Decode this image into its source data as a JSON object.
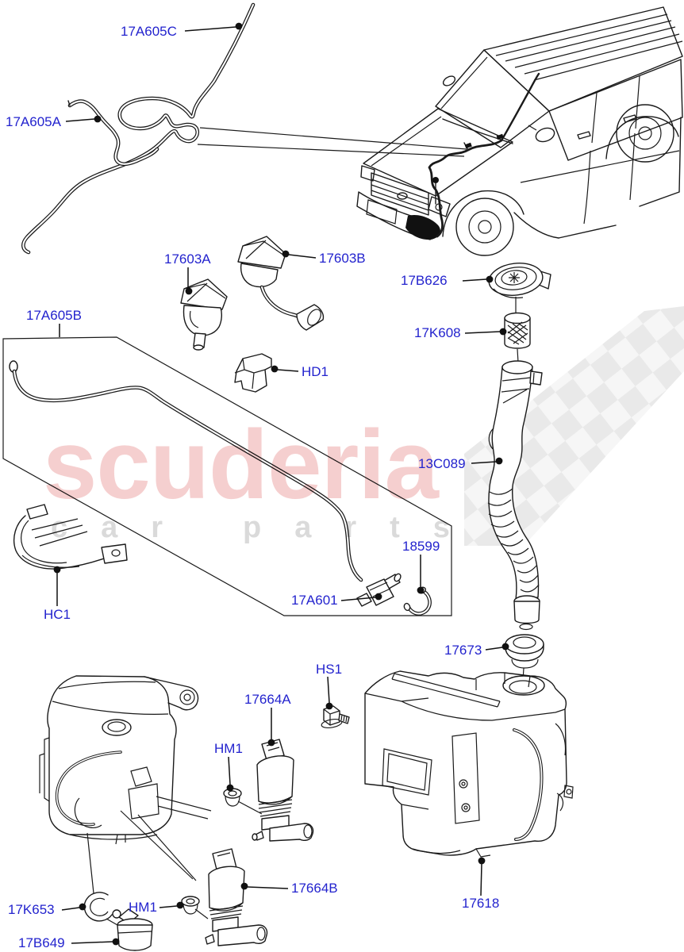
{
  "diagram": {
    "description": "Windscreen washer parts exploded diagram with vehicle location view",
    "vehicle": "Land Rover Discovery SUV line drawing"
  },
  "colors": {
    "label": "#2323CE",
    "line": "#1a1a1a",
    "watermark_text": "#F5CFCF",
    "watermark_tagline": "#DADADA",
    "flag": "#E4E4E4"
  },
  "watermark": {
    "brand": "scuderia",
    "tagline_left": "car",
    "tagline_right": "parts"
  },
  "labels": {
    "hose_c": "17A605C",
    "hose_a": "17A605A",
    "jet_left": "17603A",
    "jet_right": "17603B",
    "cap": "17B626",
    "filter": "17K608",
    "hose_b": "17A605B",
    "clip_hd1": "HD1",
    "filler_tube": "13C089",
    "elbow_18599": "18599",
    "valve_17a601": "17A601",
    "bracket_hc1": "HC1",
    "grommet_17673": "17673",
    "screw_hs1": "HS1",
    "pump_front": "17664A",
    "grommet_hm1_front": "HM1",
    "pump_rear": "17664B",
    "tank": "17618",
    "seal_17k653": "17K653",
    "grommet_hm1_rear": "HM1",
    "pump_17b649": "17B649"
  }
}
